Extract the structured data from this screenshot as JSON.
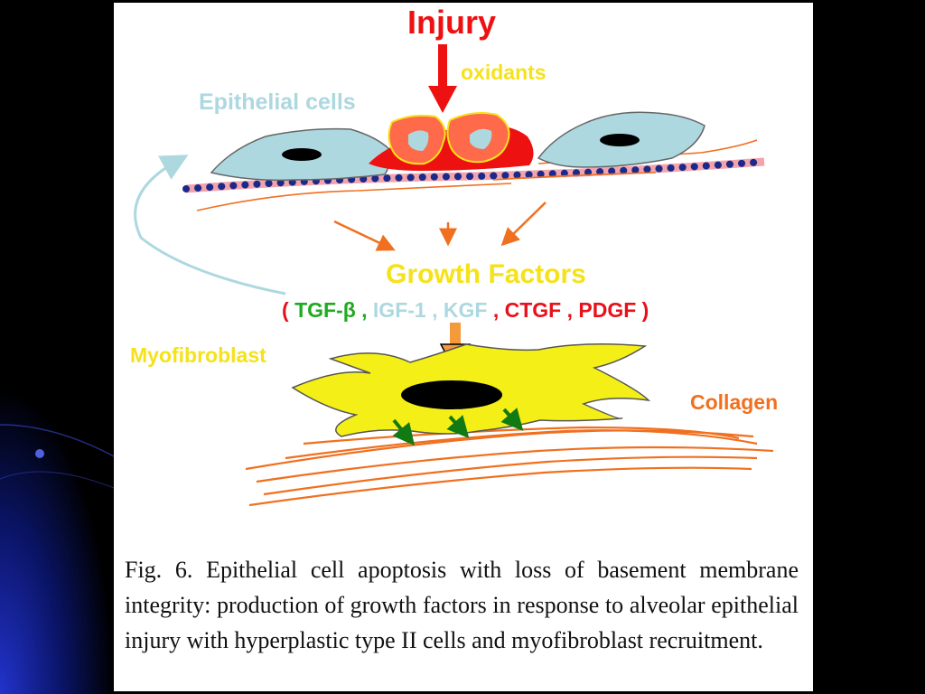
{
  "colors": {
    "slide_background": "#000000",
    "panel": "#ffffff",
    "injury": "#ee1111",
    "oxidants": "#f5e21a",
    "epithelial": "#add8e0",
    "growth_factors": "#f5e21a",
    "tgf": "#1faa1f",
    "igf_kgf": "#add8e0",
    "ctgf_pdgf": "#e8101a",
    "myofibroblast": "#f5e21a",
    "collagen": "#f07020",
    "membrane_dots": "#1a2a8a",
    "secretion_arrows": "#127a12"
  },
  "diagram": {
    "injury_label": "Injury",
    "oxidants_label": "oxidants",
    "epithelial_label": "Epithelial cells",
    "growth_factors_label": "Growth Factors",
    "growth_factor_list": {
      "open_paren": "(",
      "tgf": "TGF-β",
      "sep1": ", ",
      "igf": "IGF-1",
      "sep2": ", ",
      "kgf": "KGF",
      "sep3": ", ",
      "ctgf": "CTGF",
      "sep4": ", ",
      "pdgf": "PDGF",
      "close_paren": ")"
    },
    "myofibroblast_label": "Myofibroblast",
    "collagen_label": "Collagen"
  },
  "caption": "Fig. 6. Epithelial cell apoptosis with loss of basement membrane integrity: production of growth factors in response to alveolar epithelial injury with hyperplastic type II cells and myofibroblast recruitment."
}
